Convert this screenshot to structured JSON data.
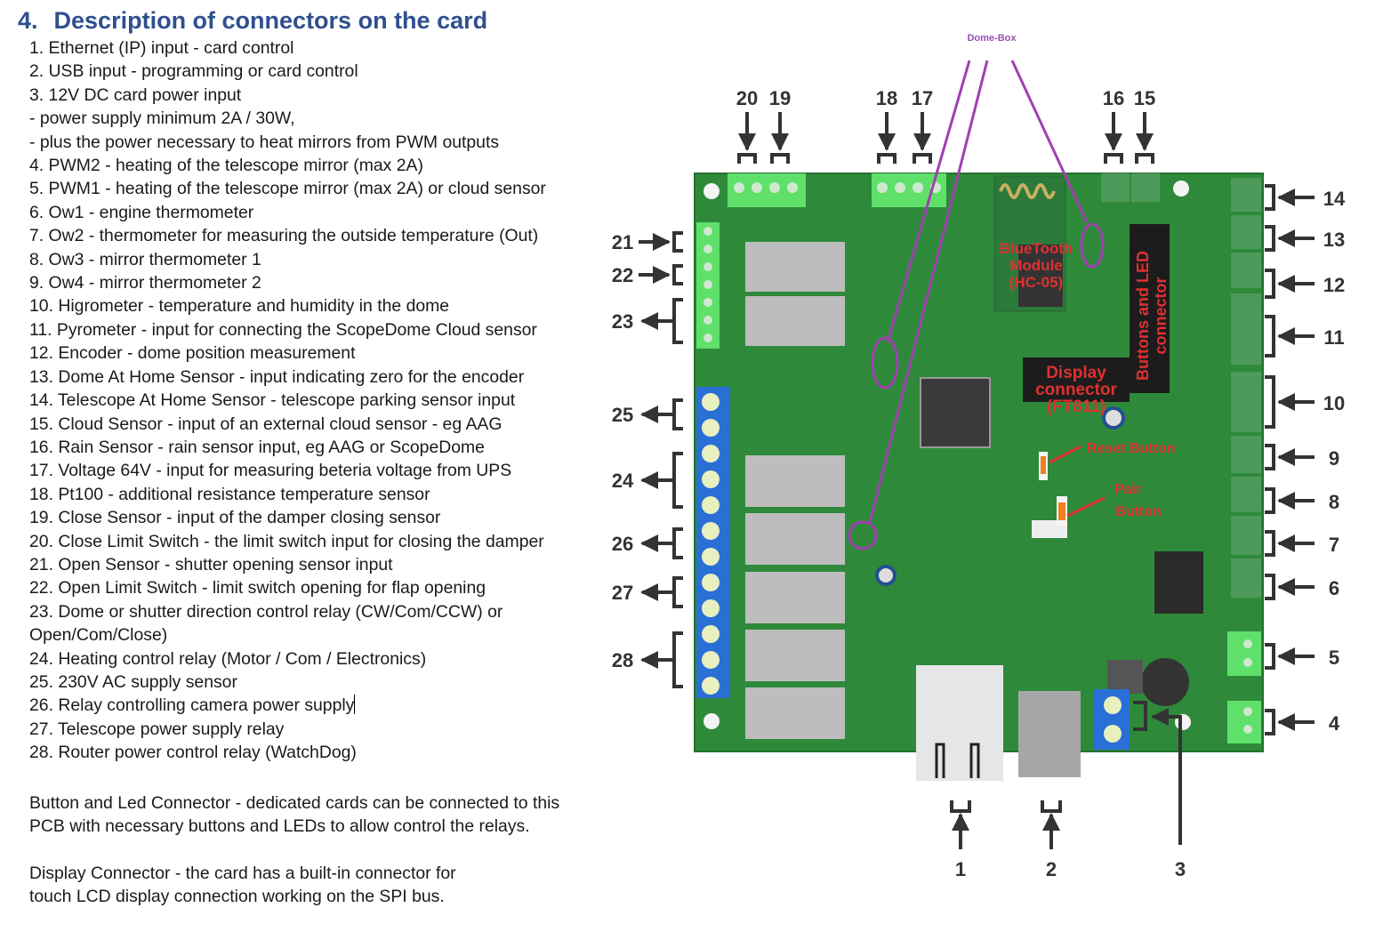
{
  "heading": {
    "number": "4.",
    "text": "Description of connectors on the card"
  },
  "items": [
    "1. Ethernet (IP) input - card control",
    "2. USB input - programming or card control",
    "3. 12V DC card power input",
    "- power supply minimum 2A / 30W,",
    "- plus the power necessary to heat mirrors from PWM outputs",
    "4. PWM2 - heating of the telescope mirror (max 2A)",
    "5. PWM1 - heating of the telescope mirror (max 2A) or cloud sensor",
    "6. Ow1 - engine thermometer",
    "7. Ow2 - thermometer for measuring the outside temperature (Out)",
    "8. Ow3 - mirror thermometer 1",
    "9. Ow4 - mirror thermometer 2",
    "10. Higrometer - temperature and humidity in the dome",
    "11. Pyrometer - input for connecting the ScopeDome Cloud sensor",
    "12. Encoder - dome position measurement",
    "13. Dome At Home Sensor - input indicating zero for the encoder",
    "14. Telescope At Home Sensor - telescope parking sensor input",
    "15. Cloud Sensor - input of an external cloud sensor - eg AAG",
    "16. Rain Sensor - rain sensor input, eg AAG or ScopeDome",
    "17. Voltage 64V - input for measuring beteria voltage from UPS",
    "18. Pt100 - additional resistance temperature sensor",
    "19. Close Sensor - input of the damper closing sensor",
    "20. Close Limit Switch - the limit switch input for closing the damper",
    "21. Open Sensor - shutter opening sensor input",
    "22. Open Limit Switch - limit switch opening for flap opening",
    "23. Dome or shutter direction control relay (CW/Com/CCW) or",
    "Open/Com/Close)",
    "24. Heating control relay (Motor / Com / Electronics)",
    "25. 230V AC supply sensor",
    "26. Relay controlling camera power supply",
    "27. Telescope power supply relay",
    "28. Router power control relay (WatchDog)"
  ],
  "notes": [
    {
      "line1": "Button and Led Connector - dedicated cards can be connected to this",
      "line2": "PCB with necessary buttons and LEDs to allow control the relays."
    },
    {
      "line1": "Display Connector - the card has a built-in connector for",
      "line2": "touch LCD display connection working on the SPI bus."
    }
  ],
  "diagram": {
    "dome_box_label": "Dome-Box",
    "top_labels": [
      "20",
      "19",
      "18",
      "17",
      "16",
      "15"
    ],
    "left_labels": [
      "21",
      "22",
      "23",
      "25",
      "24",
      "26",
      "27",
      "28"
    ],
    "right_labels": [
      "14",
      "13",
      "12",
      "11",
      "10",
      "9",
      "8",
      "7",
      "6",
      "5",
      "4"
    ],
    "bottom_labels": [
      "1",
      "2",
      "3"
    ],
    "bluetooth": [
      "BlueTooth",
      "Module",
      "(HC-05)"
    ],
    "buttons_led": [
      "Buttons and LED",
      "connector"
    ],
    "display": [
      "Display",
      "connector",
      "(FT811)"
    ],
    "reset_button": "Reset Button",
    "pair_button": [
      "Pair",
      "Button"
    ],
    "colors": {
      "pcb": "#2e8a3a",
      "terminal_green": "#5fe06a",
      "terminal_blue": "#2a6fd6",
      "relay": "#bdbdbd",
      "annotation": "#e03030",
      "dome_line": "#a040b0",
      "label": "#333333",
      "heading": "#2f4f8f"
    }
  }
}
